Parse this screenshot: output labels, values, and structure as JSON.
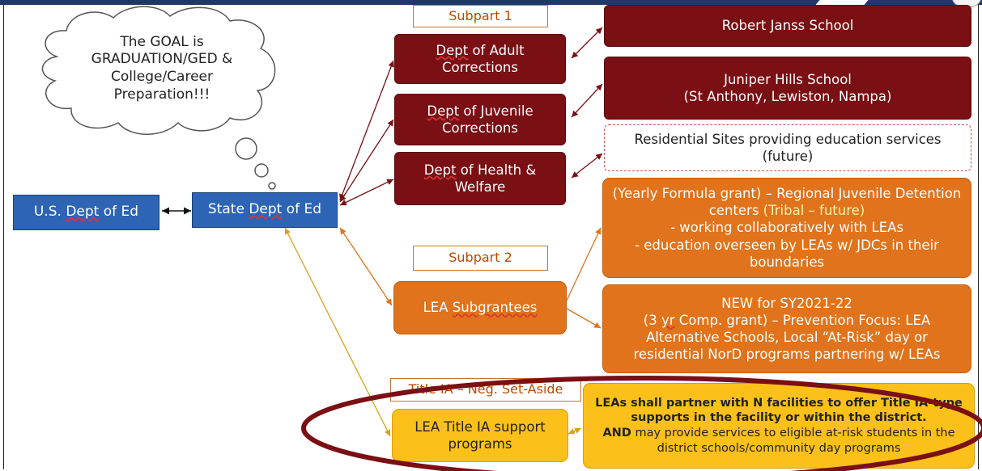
{
  "thought_bubble": "The GOAL is GRADUATION/GED & College/Career Preparation!!!",
  "federal": {
    "prefix": "U.S. ",
    "link": "Dept",
    "suffix": " of Ed"
  },
  "state": {
    "prefix": "State ",
    "link": "Dept",
    "suffix": " of Ed"
  },
  "subpart1_label": "Subpart 1",
  "subpart2_label": "Subpart 2",
  "title_ia_label": "Title IA – Neg. Set-Aside",
  "agencies": {
    "adult": {
      "link": "Dept",
      "rest": " of Adult Corrections"
    },
    "juvenile": {
      "link": "Dept",
      "rest": " of Juvenile Corrections"
    },
    "health": {
      "link": "Dept",
      "rest": " of Health & Welfare"
    }
  },
  "schools": {
    "robert_janss": "Robert Janss School",
    "juniper_title": "Juniper Hills School",
    "juniper_sites": "(St Anthony, Lewiston, Nampa)",
    "residential": "Residential Sites providing education services (future)"
  },
  "lea_subgrantees": {
    "prefix": "LEA ",
    "link": "Subgrantees"
  },
  "formula_grant": {
    "line1": "(Yearly Formula grant) – Regional Juvenile Detention centers",
    "tribal": "(Tribal – future)",
    "line2": "-  working collaboratively with LEAs",
    "line3": "- education overseen by LEAs w/ JDCs in their boundaries"
  },
  "comp_grant": {
    "line1": "NEW for SY2021-22",
    "line2_pre": "(3 ",
    "line2_link": "yr",
    "line2_post": " Comp. grant) – Prevention Focus: LEA Alternative Schools, Local “At-Risk” day or residential NorD programs partnering w/ LEAs"
  },
  "lea_title_ia": "LEA Title IA support programs",
  "partner_text": {
    "bold": "LEAs shall partner with N facilities to offer Title IA-type supports in the facility or within the district.",
    "and": "AND",
    "rest": "  may provide services to eligible at-risk students in the district schools/community day programs"
  },
  "colors": {
    "blue": "#2e64b4",
    "maroon": "#7a0f14",
    "orange": "#e0731b",
    "gold": "#fbc01a",
    "highlight_ellipse": "#7a0f14"
  }
}
